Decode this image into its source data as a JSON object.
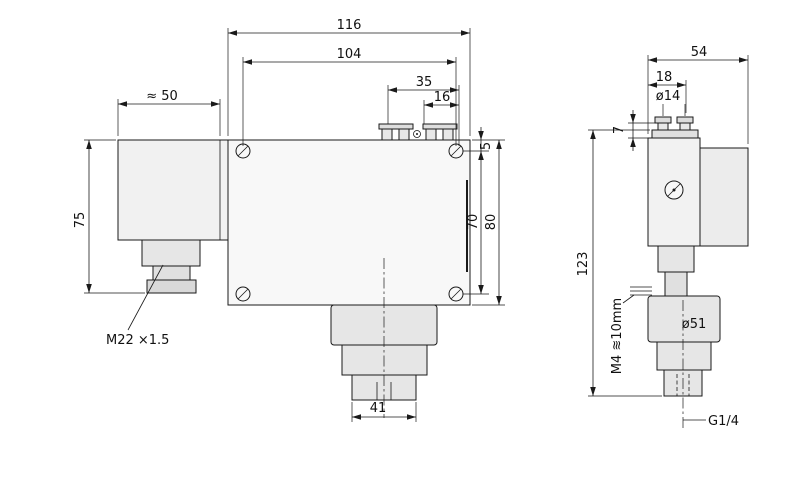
{
  "drawing": {
    "background": "#ffffff",
    "line_color": "#1a1a1a",
    "front_view": {
      "overall_width": "116",
      "screw_spacing": "104",
      "dim_35": "35",
      "dim_16": "16",
      "box_width": "≈ 50",
      "box_height": "75",
      "dim_5": "5",
      "screw_spacing_v": "70",
      "body_height": "80",
      "port_width": "41",
      "gland_thread": "M22 ×1.5"
    },
    "side_view": {
      "overall_depth": "54",
      "dim_18": "18",
      "screw_dia": "ø14",
      "dim_7": "7",
      "overall_height": "123",
      "mount_hole": "M4 ≋10mm",
      "port_dia": "ø51",
      "port_thread": "G1/4"
    }
  }
}
